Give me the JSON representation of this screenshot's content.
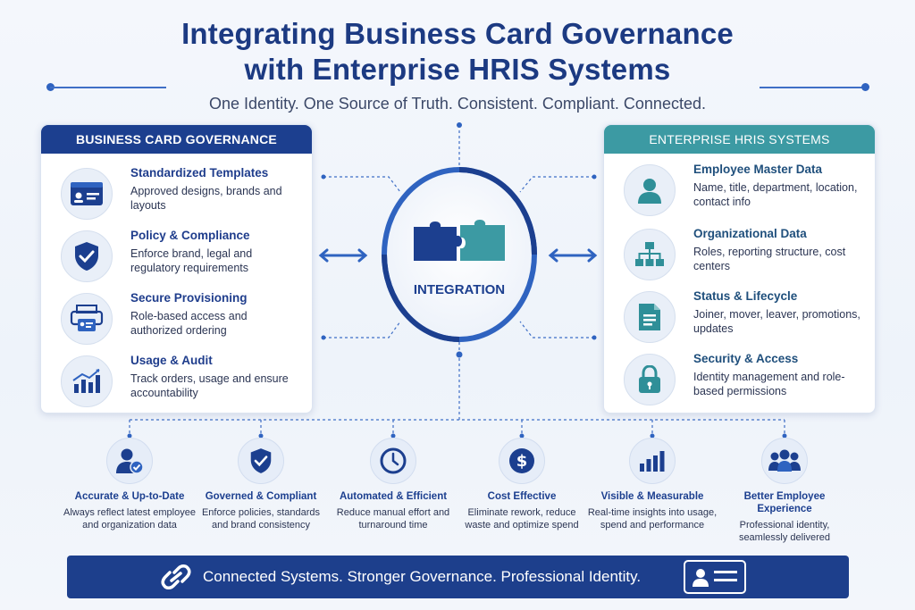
{
  "title_line1": "Integrating Business Card Governance",
  "title_line2": "with Enterprise HRIS Systems",
  "subtitle": "One Identity. One Source of Truth. Consistent. Compliant. Connected.",
  "left_panel": {
    "header": "BUSINESS CARD GOVERNANCE",
    "items": [
      {
        "title": "Standardized Templates",
        "desc": "Approved designs, brands and layouts",
        "icon": "id-card-icon"
      },
      {
        "title": "Policy & Compliance",
        "desc": "Enforce brand, legal and regulatory requirements",
        "icon": "shield-check-icon"
      },
      {
        "title": "Secure Provisioning",
        "desc": "Role-based access and authorized ordering",
        "icon": "printer-card-icon"
      },
      {
        "title": "Usage & Audit",
        "desc": "Track orders, usage and ensure accountability",
        "icon": "bar-chart-icon"
      }
    ]
  },
  "right_panel": {
    "header": "ENTERPRISE HRIS SYSTEMS",
    "items": [
      {
        "title": "Employee Master Data",
        "desc": "Name, title, department, location, contact info",
        "icon": "person-icon"
      },
      {
        "title": "Organizational Data",
        "desc": "Roles, reporting structure, cost centers",
        "icon": "org-chart-icon"
      },
      {
        "title": "Status & Lifecycle",
        "desc": "Joiner, mover, leaver, promotions, updates",
        "icon": "document-icon"
      },
      {
        "title": "Security & Access",
        "desc": "Identity management and role-based permissions",
        "icon": "lock-icon"
      }
    ]
  },
  "center": {
    "label": "INTEGRATION",
    "icon": "puzzle-icon"
  },
  "benefits": [
    {
      "title": "Accurate & Up-to-Date",
      "desc": "Always reflect latest employee and organization data",
      "icon": "user-check-icon"
    },
    {
      "title": "Governed & Compliant",
      "desc": "Enforce policies, standards and brand consistency",
      "icon": "shield-check-icon"
    },
    {
      "title": "Automated & Efficient",
      "desc": "Reduce manual effort and turnaround time",
      "icon": "clock-icon"
    },
    {
      "title": "Cost Effective",
      "desc": "Eliminate rework, reduce waste and optimize spend",
      "icon": "dollar-icon"
    },
    {
      "title": "Visible & Measurable",
      "desc": "Real-time insights into usage, spend and performance",
      "icon": "bar-chart-icon"
    },
    {
      "title": "Better Employee Experience",
      "desc": "Professional identity, seamlessly delivered",
      "icon": "group-icon"
    }
  ],
  "footer": {
    "text": "Connected Systems. Stronger Governance. Professional Identity.",
    "icon_left": "link-icon",
    "icon_right": "id-card-icon"
  },
  "colors": {
    "navy": "#1c3f8f",
    "teal": "#3c9aa3",
    "blue": "#2f63c0"
  }
}
